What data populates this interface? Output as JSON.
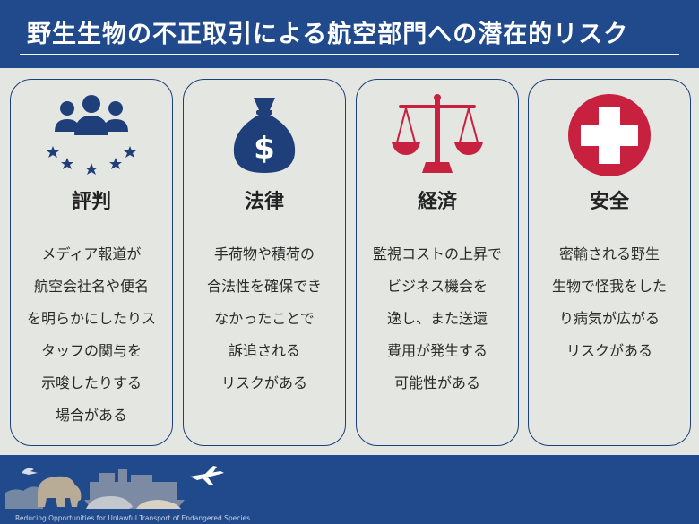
{
  "header": {
    "title": "野生生物の不正取引による航空部門への潜在的リスク"
  },
  "cards": [
    {
      "icon": "reputation-people-stars-icon",
      "heading": "評判",
      "lines": [
        "メディア報道が",
        "航空会社名や便名",
        "を明らかにしたりス",
        "タッフの関与を",
        "示唆したりする",
        "場合がある"
      ]
    },
    {
      "icon": "legal-money-bag-icon",
      "heading": "法律",
      "lines": [
        "手荷物や積荷の",
        "合法性を確保でき",
        "なかったことで",
        "訴追される",
        "リスクがある"
      ]
    },
    {
      "icon": "economic-scales-icon",
      "heading": "経済",
      "lines": [
        "監視コストの上昇で",
        "ビジネス機会を",
        "逸し、また送還",
        "費用が発生する",
        "可能性がある"
      ]
    },
    {
      "icon": "safety-medical-cross-icon",
      "heading": "安全",
      "lines": [
        "密輸される野生",
        "生物で怪我をした",
        "り病気が広がる",
        "リスクがある"
      ]
    }
  ],
  "footer": {
    "caption": "Reducing Opportunities for Unlawful Transport of Endangered Species"
  },
  "colors": {
    "navy": "#214a8c",
    "icon_navy": "#1e3f7a",
    "crimson": "#c8203f",
    "background": "#e4e6e1"
  }
}
